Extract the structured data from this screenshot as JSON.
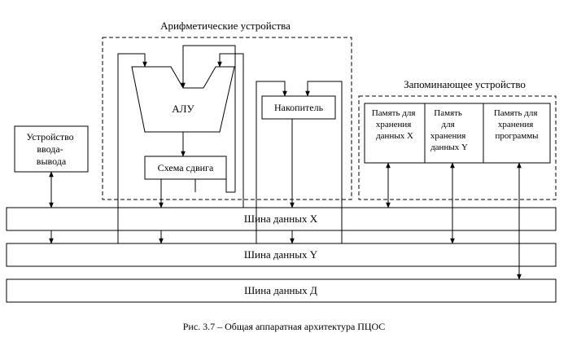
{
  "groups": {
    "arith": {
      "label": "Арифметические устройства"
    },
    "memory": {
      "label": "Запоминающее устройство"
    }
  },
  "blocks": {
    "alu": "АЛУ",
    "shifter": "Схема сдвига",
    "accumulator": "Накопитель",
    "io": [
      "Устройство",
      "ввода-",
      "вывода"
    ],
    "mem_x": [
      "Память для",
      "хранения",
      "данных X"
    ],
    "mem_y": [
      "Память",
      "для",
      "хранения",
      "данных Y"
    ],
    "mem_prog": [
      "Память для",
      "хранения",
      "программы"
    ]
  },
  "buses": {
    "x": "Шина данных X",
    "y": "Шина данных Y",
    "d": "Шина данных Д"
  },
  "caption": "Рис. 3.7 – Общая аппаратная архитектура ПЦОС"
}
